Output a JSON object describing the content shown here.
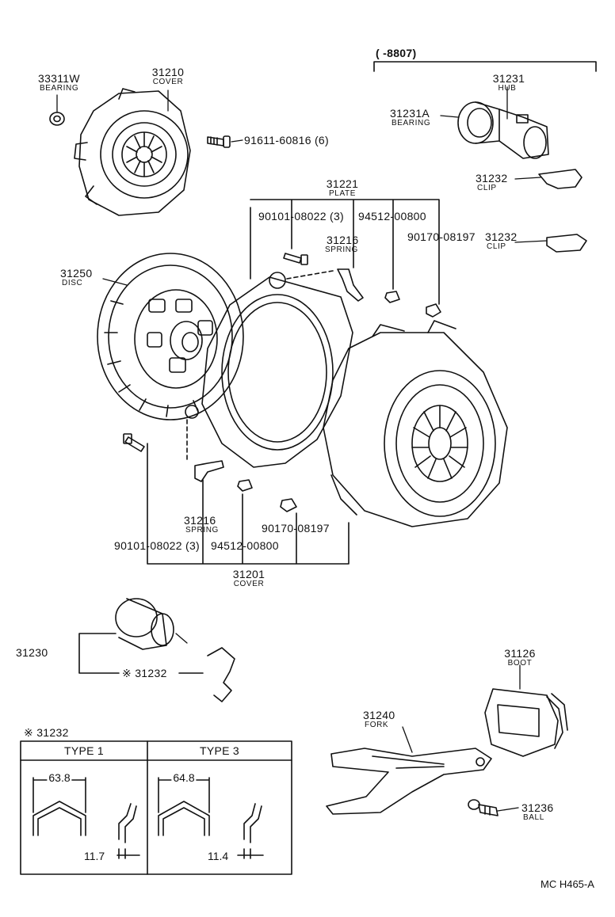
{
  "range_header": "(       -8807)",
  "parts": [
    {
      "id": "33311W",
      "name": "BEARING"
    },
    {
      "id": "31210",
      "name": "COVER"
    },
    {
      "id": "91611-60816 (6)"
    },
    {
      "id": "31231",
      "name": "HUB"
    },
    {
      "id": "31231A",
      "name": "BEARING"
    },
    {
      "id": "31232",
      "name": "CLIP"
    },
    {
      "id": "31221",
      "name": "PLATE"
    },
    {
      "id": "90101-08022 (3)"
    },
    {
      "id": "94512-00800"
    },
    {
      "id": "31216",
      "name": "SPRING"
    },
    {
      "id": "90170-08197"
    },
    {
      "id": "31232",
      "name": "CLIP"
    },
    {
      "id": "31250",
      "name": "DISC"
    },
    {
      "id": "31216",
      "name": "SPRING"
    },
    {
      "id": "90101-08022 (3)"
    },
    {
      "id": "94512-00800"
    },
    {
      "id": "90170-08197"
    },
    {
      "id": "31201",
      "name": "COVER"
    },
    {
      "id": "31230"
    },
    {
      "id": "※ 31232"
    },
    {
      "id": "31126",
      "name": "BOOT"
    },
    {
      "id": "31240",
      "name": "FORK"
    },
    {
      "id": "31236",
      "name": "BALL"
    }
  ],
  "clip_table": {
    "title": "※ 31232",
    "types": [
      {
        "label": "TYPE 1",
        "width": "63.8",
        "thickness": "11.7"
      },
      {
        "label": "TYPE 3",
        "width": "64.8",
        "thickness": "11.4"
      }
    ]
  },
  "ref_code": "MC H465-A"
}
